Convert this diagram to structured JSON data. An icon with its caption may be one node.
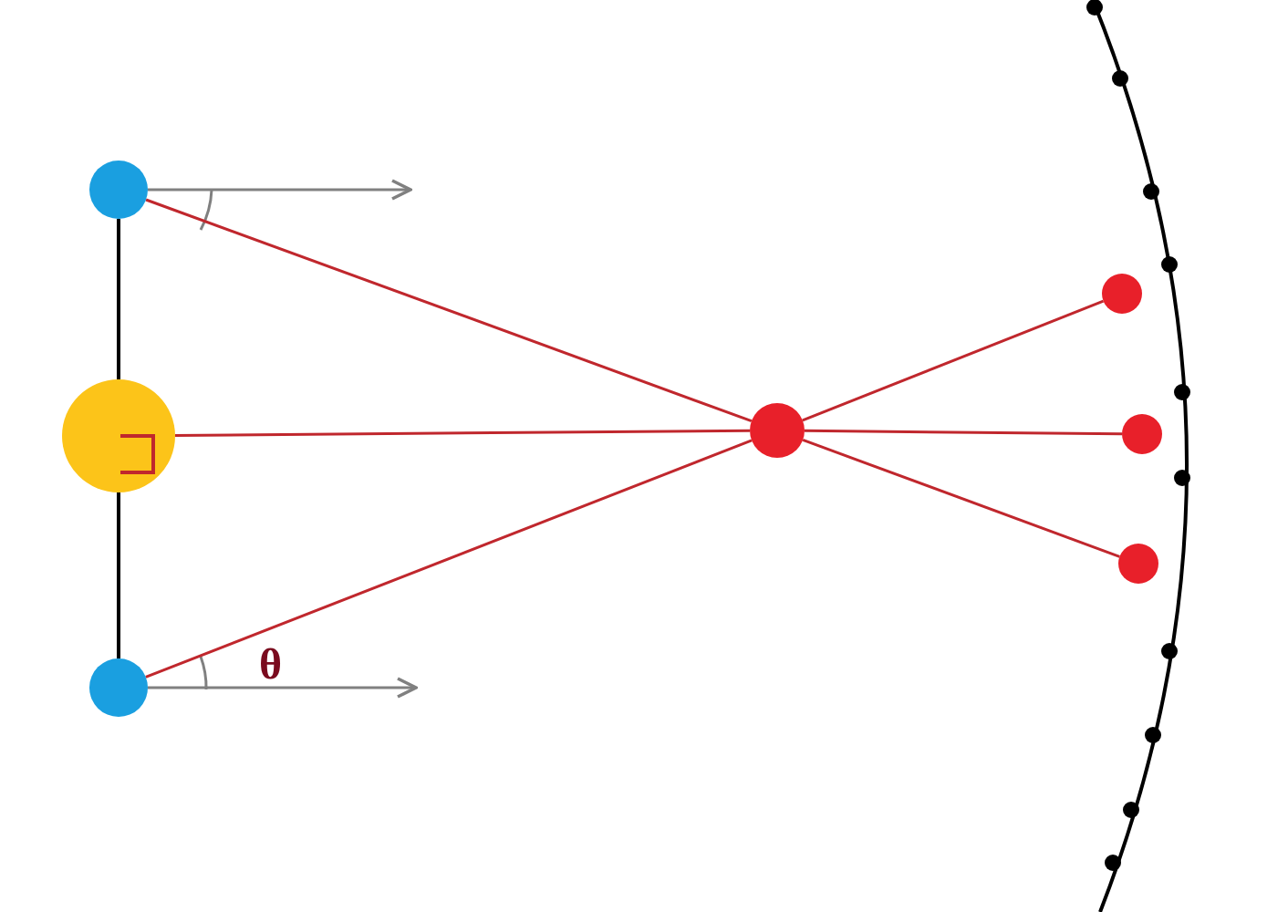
{
  "diagram": {
    "nodes": [
      {
        "text": [],
        "shape": "circle"
      },
      {
        "text": [],
        "shape": "circle"
      },
      {
        "text": [],
        "shape": "circle"
      },
      {
        "text": [],
        "shape": "circle"
      },
      {
        "text": [],
        "shape": "circle"
      },
      {
        "text": [],
        "shape": "circle"
      },
      {
        "text": [],
        "shape": "circle"
      }
    ],
    "edges": [
      {
        "from": 0,
        "to": 1,
        "arrow": "none",
        "color": "#000000"
      },
      {
        "from": 1,
        "to": 2,
        "arrow": "none",
        "color": "#000000"
      },
      {
        "from": 0,
        "to": 3,
        "arrow": "none"
      },
      {
        "from": 3,
        "to": 6,
        "arrow": "none"
      },
      {
        "from": 2,
        "to": 3,
        "arrow": "none"
      },
      {
        "from": 3,
        "to": 4,
        "arrow": "none"
      },
      {
        "from": 1,
        "to": 3,
        "arrow": "none"
      },
      {
        "from": 3,
        "to": 5,
        "arrow": "none"
      },
      {
        "from": 0,
        "to": null,
        "arrow": "to",
        "color": "#808080"
      },
      {
        "from": 2,
        "to": null,
        "arrow": "to",
        "color": "#808080"
      }
    ],
    "labels": [
      "θ"
    ]
  }
}
